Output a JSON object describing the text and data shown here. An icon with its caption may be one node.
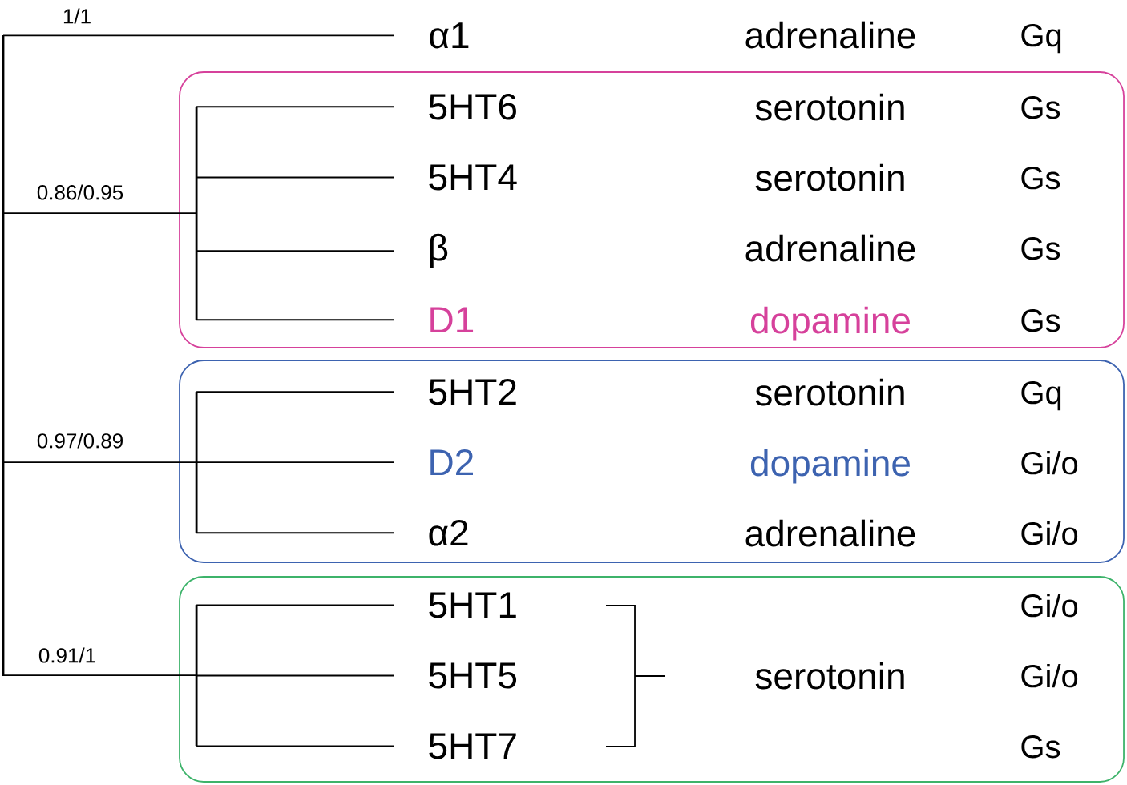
{
  "diagram": {
    "nodes": [
      {
        "text": [],
        "shape": "bar"
      },
      {
        "text": [
          "α1"
        ],
        "beside": [
          "adrenaline",
          "Gq"
        ]
      },
      {
        "text": [],
        "shape": "box"
      },
      {
        "text": [],
        "shape": "bar",
        "in": 2
      },
      {
        "text": [
          "5HT6"
        ],
        "beside": [
          "serotonin",
          "Gs"
        ],
        "in": 2
      },
      {
        "text": [
          "5HT4"
        ],
        "beside": [
          "serotonin",
          "Gs"
        ],
        "in": 2
      },
      {
        "text": [
          "β"
        ],
        "beside": [
          "adrenaline",
          "Gs"
        ],
        "in": 2
      },
      {
        "text": [
          "D1"
        ],
        "beside": [
          "dopamine",
          "Gs"
        ],
        "in": 2
      },
      {
        "text": [],
        "shape": "box"
      },
      {
        "text": [],
        "shape": "bar",
        "in": 8
      },
      {
        "text": [
          "5HT2"
        ],
        "beside": [
          "serotonin",
          "Gq"
        ],
        "in": 8
      },
      {
        "text": [
          "D2"
        ],
        "beside": [
          "dopamine",
          "Gi/o"
        ],
        "in": 8
      },
      {
        "text": [
          "α2"
        ],
        "beside": [
          "adrenaline",
          "Gi/o"
        ],
        "in": 8
      },
      {
        "text": [],
        "shape": "box"
      },
      {
        "text": [],
        "shape": "bar",
        "in": 13
      },
      {
        "text": [
          "5HT1"
        ],
        "in": 13
      },
      {
        "text": [
          "5HT5"
        ],
        "in": 13
      },
      {
        "text": [
          "5HT7"
        ],
        "in": 13
      }
    ],
    "edges": [
      {
        "from": 0,
        "to": 1,
        "arrow": "none",
        "label": "1/1"
      },
      {
        "from": 0,
        "to": 3,
        "arrow": "none",
        "label": "0.86/0.95"
      },
      {
        "from": 3,
        "to": 4,
        "arrow": "none"
      },
      {
        "from": 3,
        "to": 5,
        "arrow": "none"
      },
      {
        "from": 3,
        "to": 6,
        "arrow": "none"
      },
      {
        "from": 3,
        "to": 7,
        "arrow": "none"
      },
      {
        "from": 0,
        "to": 9,
        "arrow": "none",
        "label": "0.97/0.89"
      },
      {
        "from": 9,
        "to": 10,
        "arrow": "none"
      },
      {
        "from": 9,
        "to": 11,
        "arrow": "none"
      },
      {
        "from": 9,
        "to": 12,
        "arrow": "none"
      },
      {
        "from": 0,
        "to": 14,
        "arrow": "none",
        "label": "0.91/1"
      },
      {
        "from": 14,
        "to": 15,
        "arrow": "none"
      },
      {
        "from": 14,
        "to": 16,
        "arrow": "none"
      },
      {
        "from": 14,
        "to": 17,
        "arrow": "none"
      }
    ],
    "labels": [
      "Gi/o",
      "serotonin",
      "Gi/o",
      "Gs"
    ]
  }
}
